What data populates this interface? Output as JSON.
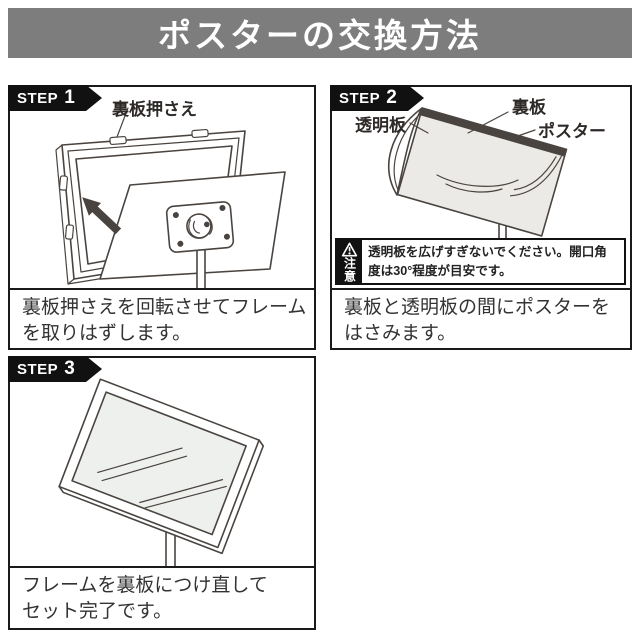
{
  "title": "ポスターの交換方法",
  "steps": [
    {
      "badge_prefix": "STEP",
      "badge_number": "1",
      "labels": {
        "backplate_holder": "裏板押さえ"
      },
      "caption": "裏板押さえを回転させてフレーム\nを取りはずします。"
    },
    {
      "badge_prefix": "STEP",
      "badge_number": "2",
      "labels": {
        "clear_plate": "透明板",
        "back_plate": "裏板",
        "poster": "ポスター"
      },
      "warning": {
        "label_vertical": "注意",
        "text": "透明板を広げすぎないでください。開口角度は30°程度が目安です。"
      },
      "caption": "裏板と透明板の間にポスターを\nはさみます。"
    },
    {
      "badge_prefix": "STEP",
      "badge_number": "3",
      "caption": "フレームを裏板につけ直して\nセット完了です。"
    }
  ],
  "colors": {
    "banner_bg": "#7d7d7d",
    "panel_border": "#1a1a1a",
    "badge_bg": "#111111",
    "badge_text": "#ffffff",
    "line_art": "#4a4440",
    "sheet_fill": "#eceae7",
    "glass_fill": "#eef0ee",
    "caption_text": "#333333"
  }
}
